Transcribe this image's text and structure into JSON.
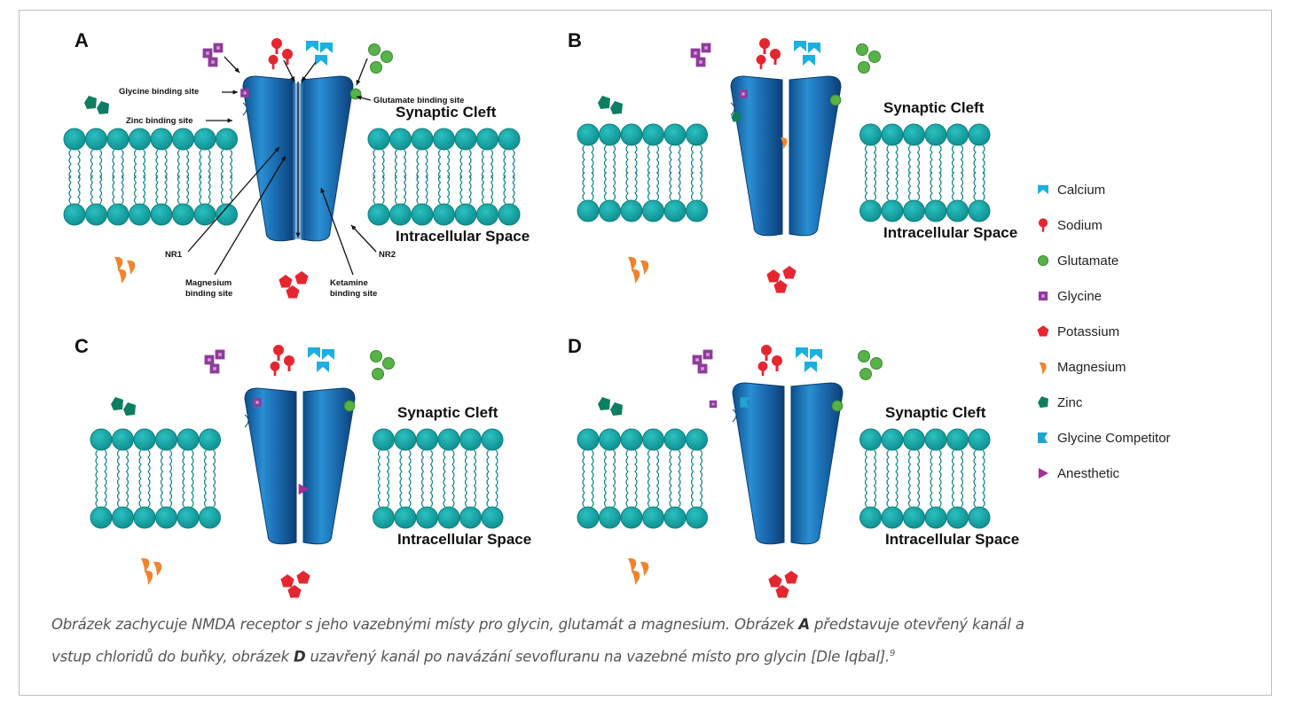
{
  "panels": [
    {
      "id": "A",
      "label": "A",
      "synaptic_cleft": "Synaptic Cleft",
      "intracellular_space": "Intracellular Space"
    },
    {
      "id": "B",
      "label": "B",
      "synaptic_cleft": "Synaptic Cleft",
      "intracellular_space": "Intracellular Space"
    },
    {
      "id": "C",
      "label": "C",
      "synaptic_cleft": "Synaptic Cleft",
      "intracellular_space": "Intracellular Space"
    },
    {
      "id": "D",
      "label": "D",
      "synaptic_cleft": "Synaptic Cleft",
      "intracellular_space": "Intracellular Space"
    }
  ],
  "annotations": {
    "glycine_site": "Glycine binding site",
    "zinc_site": "Zinc binding site",
    "glutamate_site": "Glutamate binding site",
    "nr1": "NR1",
    "nr2": "NR2",
    "magnesium_site_1": "Magnesium",
    "magnesium_site_2": "binding site",
    "ketamine_site_1": "Ketamine",
    "ketamine_site_2": "binding site"
  },
  "legend": [
    {
      "icon": "calcium-icon",
      "label": "Calcium",
      "color": "#1ab0e0"
    },
    {
      "icon": "sodium-icon",
      "label": "Sodium",
      "color": "#e52630"
    },
    {
      "icon": "glutamate-icon",
      "label": "Glutamate",
      "color": "#57b247"
    },
    {
      "icon": "glycine-icon",
      "label": "Glycine",
      "color": "#8e3c9c"
    },
    {
      "icon": "potassium-icon",
      "label": "Potassium",
      "color": "#e52630"
    },
    {
      "icon": "magnesium-icon",
      "label": "Magnesium",
      "color": "#f0842c"
    },
    {
      "icon": "zinc-icon",
      "label": "Zinc",
      "color": "#0f7d62"
    },
    {
      "icon": "glycine-competitor-icon",
      "label": "Glycine Competitor",
      "color": "#1aa7c9"
    },
    {
      "icon": "anesthetic-icon",
      "label": "Anesthetic",
      "color": "#a2309a"
    }
  ],
  "caption": {
    "part1": "Obrázek zachycuje NMDA receptor s jeho vazebnými místy pro glycin, glutamát a magnesium. Obrázek ",
    "bold_a": "A",
    "part2": " představuje otevřený kanál a vstup chloridů do buňky, obrázek ",
    "bold_d": "D",
    "part3": " uzavřený kanál po navázání sevofluranu na vazebné místo pro glycin [Dle Iqbal].",
    "ref": "9"
  },
  "colors": {
    "membrane": "#1aa8a8",
    "membrane_dark": "#0d7f80",
    "receptor": "#1c74b8",
    "receptor_dark": "#0f4f8a"
  }
}
